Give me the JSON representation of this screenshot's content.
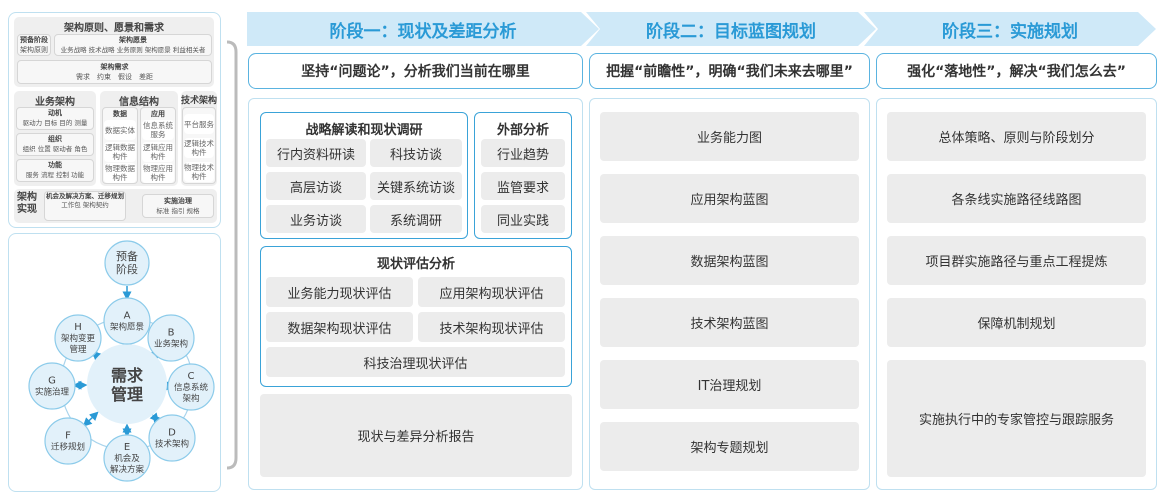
{
  "left_top": {
    "title": "架构原则、愿景和需求",
    "prelim": {
      "title": "预备阶段",
      "text": "架构原则"
    },
    "vision": {
      "title": "架构愿景",
      "text": "业务战略 技术战略 业务原则 架构愿景 利益相关者"
    },
    "requirements": {
      "title": "架构需求",
      "text": "需求　约束　假设　差距"
    },
    "business": {
      "title": "业务架构",
      "items": [
        {
          "title": "动机",
          "text": "驱动力 目标 目的 测量"
        },
        {
          "title": "组织",
          "text": "组织 位置 驱动者 角色"
        },
        {
          "title": "功能",
          "text": "服务 流程 控制 功能"
        }
      ]
    },
    "info": {
      "title": "信息结构",
      "data": {
        "title": "数据",
        "items": [
          "数据实体",
          "逻辑数据构件",
          "物理数据构件"
        ]
      },
      "app": {
        "title": "应用",
        "items": [
          "信息系统服务",
          "逻辑应用构件",
          "物理应用构件"
        ]
      }
    },
    "tech": {
      "title": "技术架构",
      "items": [
        "平台服务",
        "逻辑技术构件",
        "物理技术构件"
      ]
    },
    "realize": {
      "title": "架构实现",
      "opp_title": "机会及解决方案、迁移规划",
      "opp_text": "工作包  架构契约",
      "gov_title": "实施治理",
      "gov_text": "标准  指引  规格"
    }
  },
  "cycle": {
    "prelim": [
      "预备",
      "阶段"
    ],
    "center": [
      "需求",
      "管理"
    ],
    "nodes": [
      {
        "letter": "A",
        "lines": [
          "架构愿景"
        ]
      },
      {
        "letter": "B",
        "lines": [
          "业务架构"
        ]
      },
      {
        "letter": "C",
        "lines": [
          "信息系统",
          "架构"
        ]
      },
      {
        "letter": "D",
        "lines": [
          "技术架构"
        ]
      },
      {
        "letter": "E",
        "lines": [
          "机会及",
          "解决方案"
        ]
      },
      {
        "letter": "F",
        "lines": [
          "迁移规划"
        ]
      },
      {
        "letter": "G",
        "lines": [
          "实施治理"
        ]
      },
      {
        "letter": "H",
        "lines": [
          "架构变更",
          "管理"
        ]
      }
    ],
    "accent": "#2a9ad6"
  },
  "stages": [
    {
      "title": "阶段一：现状及差距分析",
      "subtitle": "坚持“问题论”，分析我们当前在哪里"
    },
    {
      "title": "阶段二：目标蓝图规划",
      "subtitle": "把握“前瞻性”，明确“我们未来去哪里”"
    },
    {
      "title": "阶段三：实施规划",
      "subtitle": "强化“落地性”，解决“我们怎么去”"
    }
  ],
  "stage1": {
    "research": {
      "title": "战略解读和现状调研",
      "items": [
        "行内资料研读",
        "科技访谈",
        "高层访谈",
        "关键系统访谈",
        "业务访谈",
        "系统调研"
      ]
    },
    "external": {
      "title": "外部分析",
      "items": [
        "行业趋势",
        "监管要求",
        "同业实践"
      ]
    },
    "assessment": {
      "title": "现状评估分析",
      "items": [
        "业务能力现状评估",
        "应用架构现状评估",
        "数据架构现状评估",
        "技术架构现状评估",
        "科技治理现状评估"
      ]
    },
    "report": "现状与差异分析报告"
  },
  "stage2": {
    "items": [
      "业务能力图",
      "应用架构蓝图",
      "数据架构蓝图",
      "技术架构蓝图",
      "IT治理规划",
      "架构专题规划"
    ]
  },
  "stage3": {
    "items": [
      "总体策略、原则与阶段划分",
      "各条线实施路径线路图",
      "项目群实施路径与重点工程提炼",
      "保障机制规划",
      "实施执行中的专家管控与跟踪服务"
    ]
  },
  "colors": {
    "accent": "#2a9ad6",
    "header_bg": "#cfe9f8",
    "border": "#5ab3e0",
    "card": "#ececec"
  }
}
